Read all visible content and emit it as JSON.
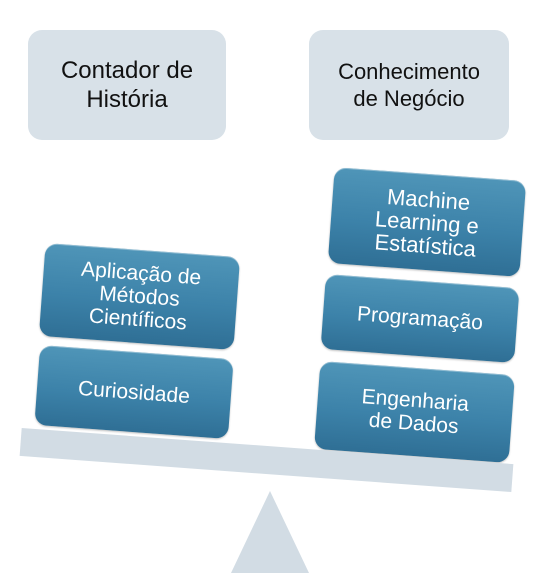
{
  "header": {
    "left_label": "Contador de\nHistória",
    "right_label": "Conhecimento\nde Negócio"
  },
  "scale": {
    "left_blocks": [
      {
        "label": "Aplicação de\nMétodos\nCientíficos"
      },
      {
        "label": "Curiosidade"
      }
    ],
    "right_blocks": [
      {
        "label": "Machine\nLearning e\nEstatística"
      },
      {
        "label": "Programação"
      },
      {
        "label": "Engenharia\nde Dados"
      }
    ]
  },
  "colors": {
    "block_fill": "#3c82a9",
    "block_text": "#ffffff",
    "top_box_fill": "#d8e1e8",
    "beam_fill": "#d2dce4"
  }
}
